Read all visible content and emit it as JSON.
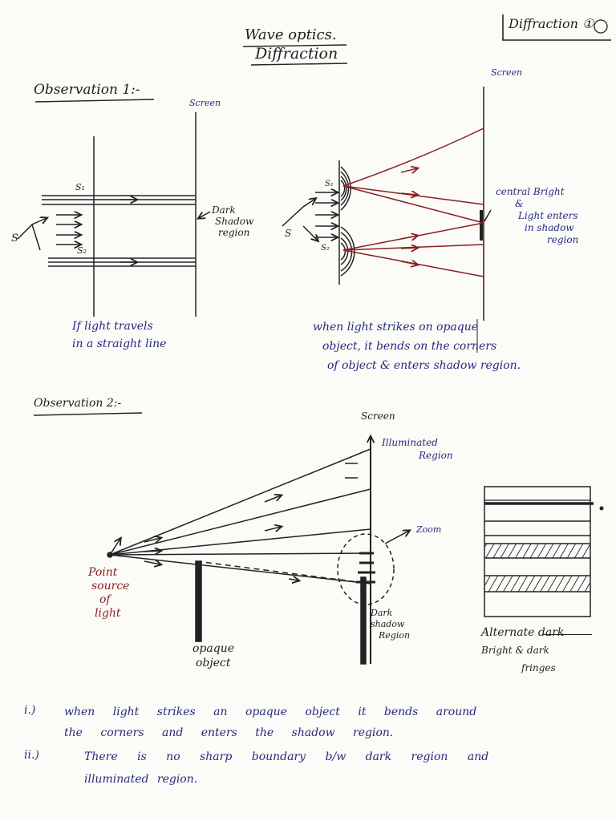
{
  "header": {
    "tag": "Diffraction ①",
    "title": "Wave optics.",
    "subtitle": "Diffraction"
  },
  "obs1": {
    "heading": "Observation 1:-",
    "left": {
      "screen": "Screen",
      "s": "S",
      "s1": "S₁",
      "s2": "S₂",
      "dark_shadow_region": [
        "Dark",
        "Shadow",
        "region"
      ],
      "caption": [
        "If light travels",
        "in a straight line"
      ]
    },
    "right": {
      "screen": "Screen",
      "s": "S",
      "s1": "S₁",
      "s2": "S₂",
      "central_bright": [
        "central Bright",
        "&",
        "Light enters",
        "in shadow",
        "region"
      ],
      "caption": [
        "when light strikes on opaque",
        "object, it bends on the corners",
        "of object & enters shadow region."
      ]
    }
  },
  "obs2": {
    "heading": "Observation 2:-",
    "screen": "Screen",
    "illuminated_region": [
      "Illuminated",
      "Region"
    ],
    "zoom": "Zoom",
    "point_source": [
      "Point",
      "source",
      "of",
      "light"
    ],
    "opaque_object": [
      "opaque",
      "object"
    ],
    "dark_shadow_region": [
      "Dark",
      "shadow",
      "Region"
    ],
    "fringes_caption": [
      "Alternate dark",
      "Bright & dark",
      "fringes"
    ]
  },
  "notes": [
    {
      "num": "i.)",
      "lines": [
        "when light strikes an opaque object it bends around",
        "the corners and enters the shadow region."
      ]
    },
    {
      "num": "ii.)",
      "lines": [
        "There is no sharp boundary b/w dark region and",
        "illuminated region."
      ]
    }
  ],
  "colors": {
    "ink_blue": "#262a7c",
    "ink_red": "#8a1f1f",
    "ink_black": "#1e1e1e"
  }
}
